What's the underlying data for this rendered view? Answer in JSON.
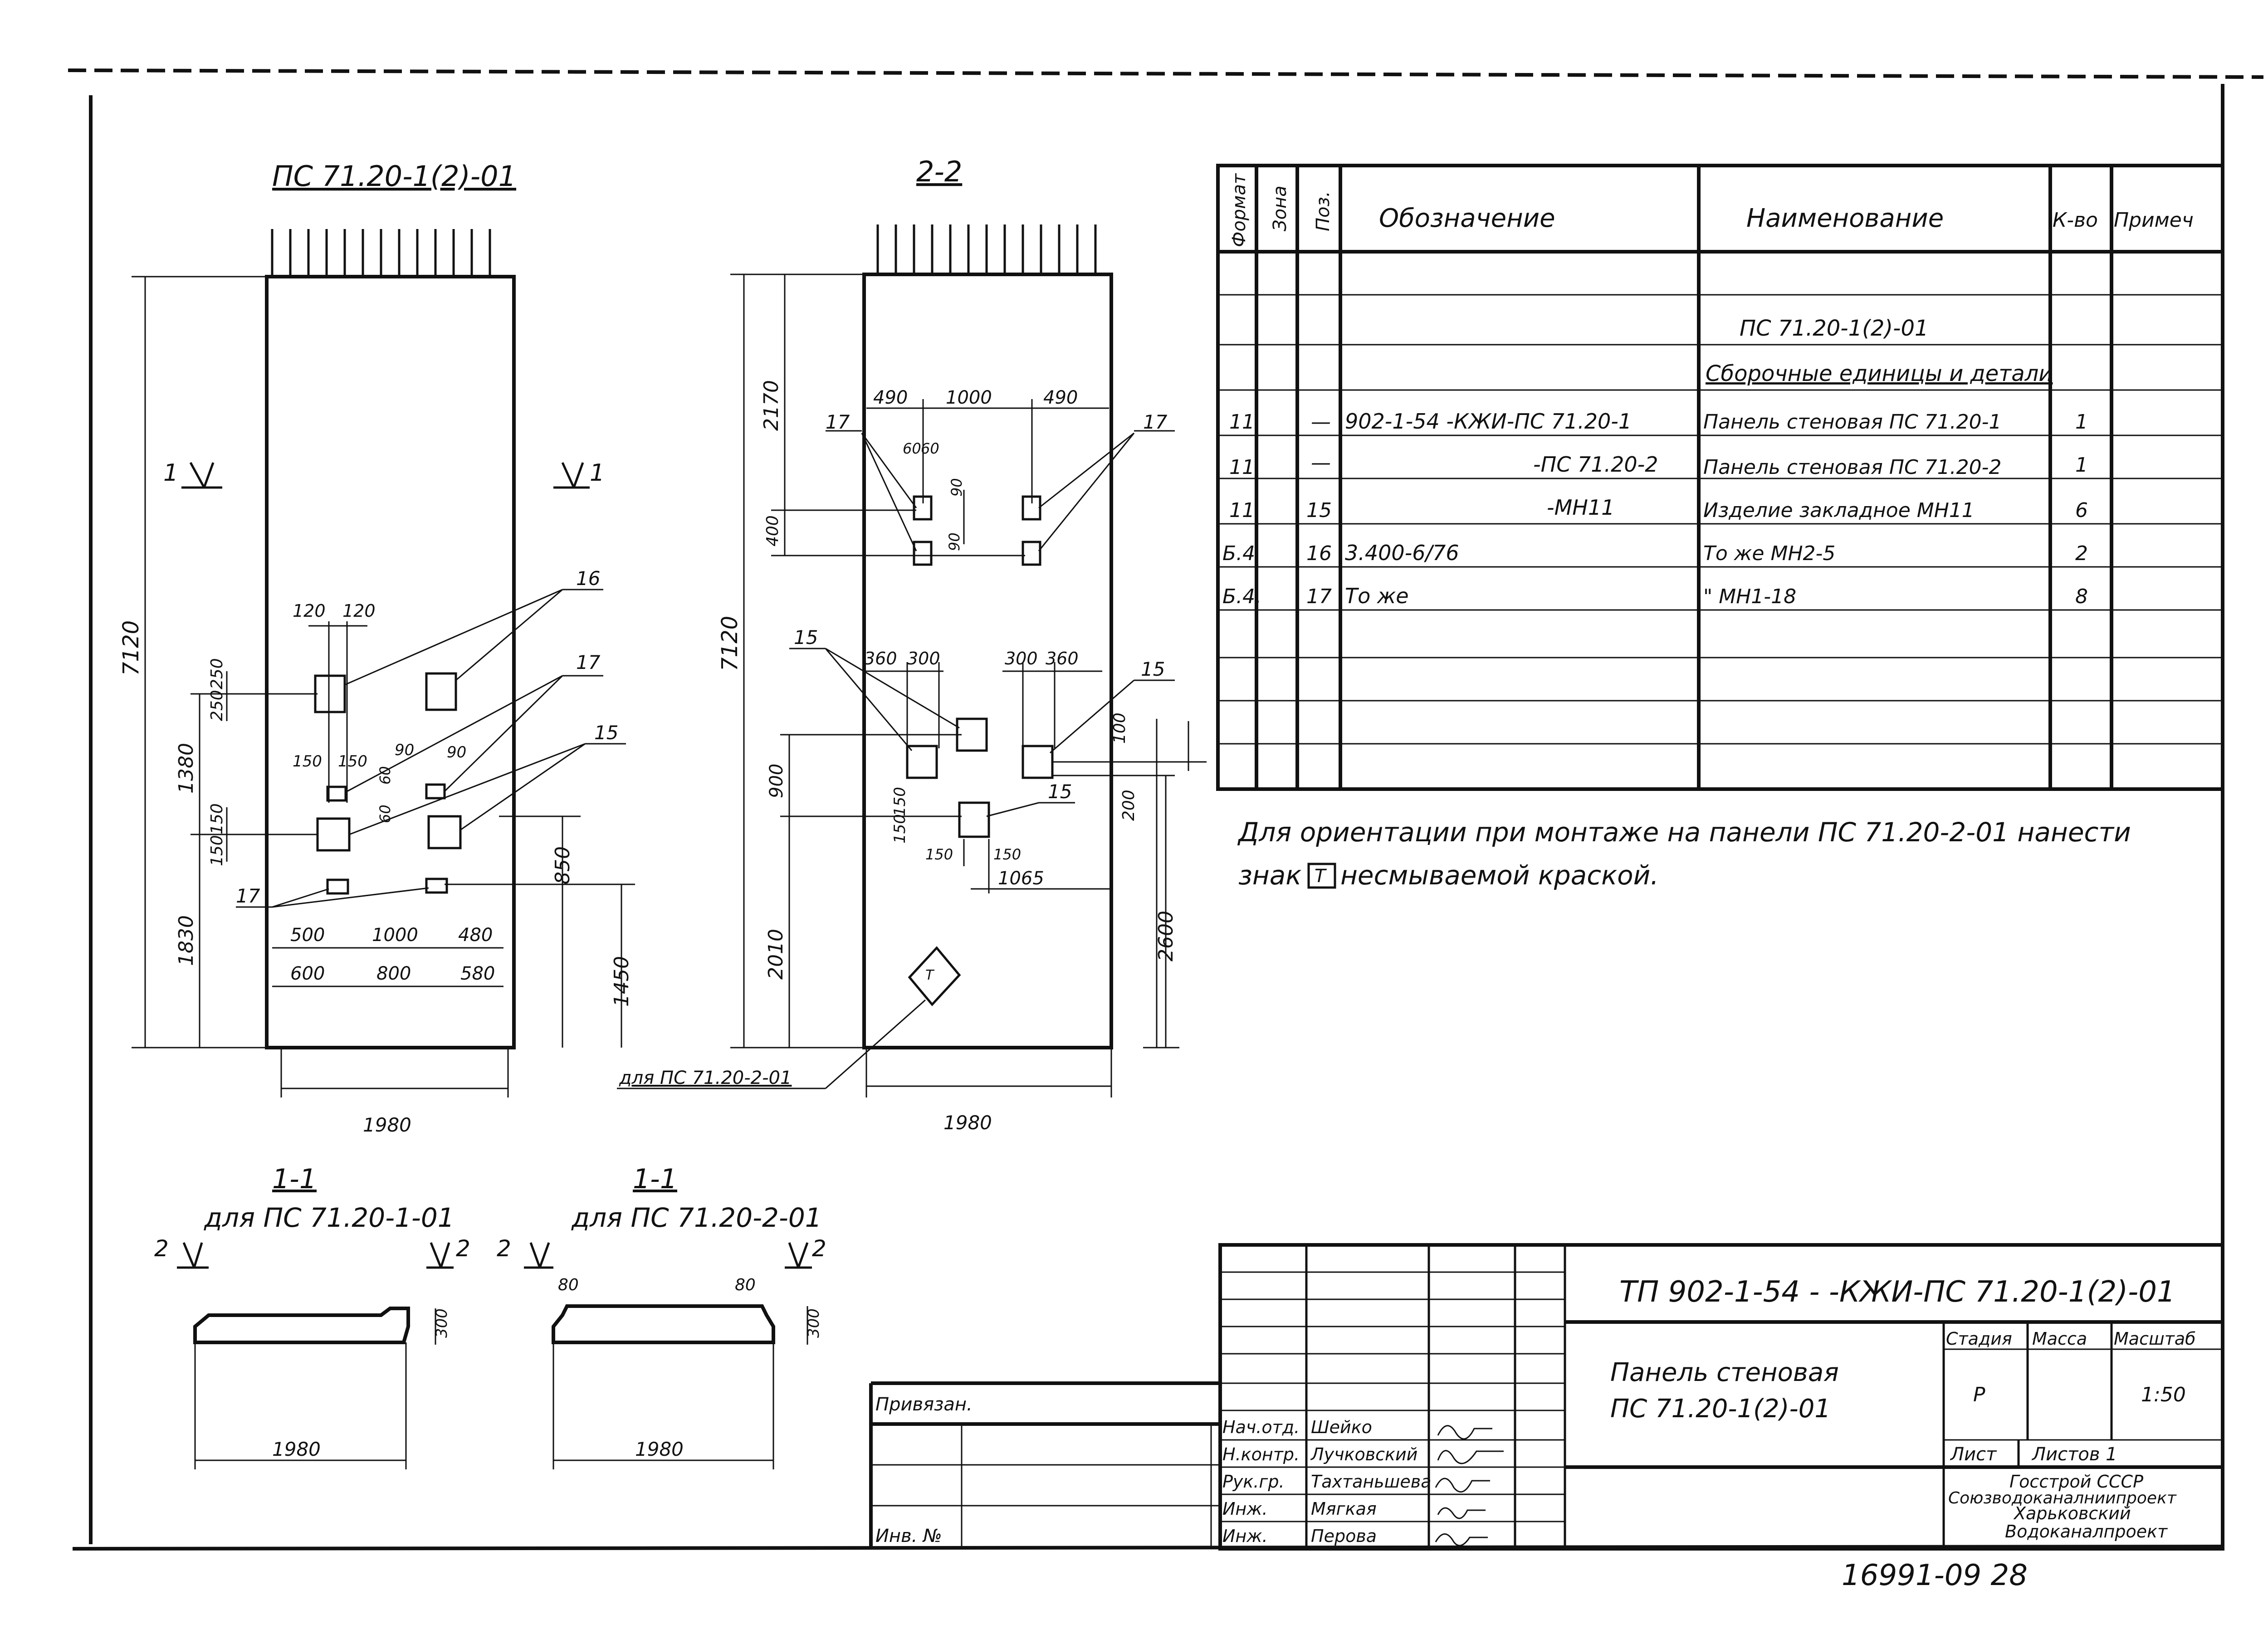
{
  "drawing": {
    "view_main_title": "ПС 71.20-1(2)-01",
    "view_section_title": "2-2",
    "section_1_1_a_title": "1-1",
    "section_1_1_a_subtitle": "для ПС 71.20-1-01",
    "section_1_1_b_title": "1-1",
    "section_1_1_b_subtitle": "для ПС 71.20-2-01",
    "cut_mark_1": "1",
    "cut_mark_2": "2",
    "leader_note_for_2_01": "для ПС 71.20-2-01",
    "t_sign": "Т",
    "orientation_note_line1": "Для ориентации при монтаже на панели ПС 71.20-2-01 нанести",
    "orientation_note_line2_a": "знак",
    "orientation_note_line2_b": "несмываемой краской.",
    "sheet_number": "16991-09  28"
  },
  "dims_main": {
    "height": "7120",
    "d1380": "1380",
    "d1830": "1830",
    "d1450": "1450",
    "d850": "850",
    "d250a": "250",
    "d250b": "250",
    "d120a": "120",
    "d120b": "120",
    "d150a": "150",
    "d150b": "150",
    "d150c": "150",
    "d150d": "150",
    "d90a": "90",
    "d90b": "90",
    "d60a": "60",
    "d60b": "60",
    "d500": "500",
    "d1000": "1000",
    "d480": "480",
    "d600": "600",
    "d800": "800",
    "d580": "580",
    "width": "1980",
    "pos16": "16",
    "pos17a": "17",
    "pos15": "15",
    "pos17b": "17"
  },
  "dims_section": {
    "height": "7120",
    "d2170": "2170",
    "d400": "400",
    "d900": "900",
    "d2010": "2010",
    "d2600": "2600",
    "d200": "200",
    "d100": "100",
    "d490a": "490",
    "d1000": "1000",
    "d490b": "490",
    "d60a": "60",
    "d60b": "60",
    "d90a": "90",
    "d90b": "90",
    "d360a": "360",
    "d300a": "300",
    "d300b": "300",
    "d360b": "360",
    "d150a": "150",
    "d150b": "150",
    "d150c": "150",
    "d1065": "1065",
    "width": "1980",
    "pos17a": "17",
    "pos17b": "17",
    "pos15a": "15",
    "pos15b": "15",
    "pos15c": "15"
  },
  "dims_sections_1_1": {
    "a_height": "300",
    "a_width": "1980",
    "b_height": "300",
    "b_width": "1980",
    "b_80a": "80",
    "b_80b": "80"
  },
  "spec_table": {
    "headers": [
      "Формат",
      "Зона",
      "Поз.",
      "Обозначение",
      "Наименование",
      "К-во",
      "Примеч"
    ],
    "title_row": "ПС 71.20-1(2)-01",
    "subtitle_row": "Сборочные единицы и детали",
    "rows": [
      {
        "format": "11",
        "zone": "",
        "pos": "—",
        "designation": "902-1-54   -КЖИ-ПС 71.20-1",
        "name": "Панель стеновая   ПС 71.20-1",
        "qty": "1",
        "note": ""
      },
      {
        "format": "11",
        "zone": "",
        "pos": "—",
        "designation": "-ПС 71.20-2",
        "name": "Панель стеновая   ПС 71.20-2",
        "qty": "1",
        "note": ""
      },
      {
        "format": "11",
        "zone": "",
        "pos": "15",
        "designation": "-МН11",
        "name": "Изделие закладное МН11",
        "qty": "6",
        "note": ""
      },
      {
        "format": "Б.4",
        "zone": "",
        "pos": "16",
        "designation": "3.400-6/76",
        "name": "То же               МН2-5",
        "qty": "2",
        "note": ""
      },
      {
        "format": "Б.4.",
        "zone": "",
        "pos": "17",
        "designation": "То же",
        "name": "   \"                 МН1-18",
        "qty": "8",
        "note": ""
      }
    ]
  },
  "title_block": {
    "code": "ТП 902-1-54 -    -КЖИ-ПС 71.20-1(2)-01",
    "object_line1": "Панель стеновая",
    "object_line2": "ПС 71.20-1(2)-01",
    "stage_label": "Стадия",
    "mass_label": "Масса",
    "scale_label": "Масштаб",
    "stage_value": "Р",
    "scale_value": "1:50",
    "sheet_label": "Лист",
    "sheets_label": "Листов 1",
    "org_line1": "Госстрой СССР",
    "org_line2": "Союзводоканалниипроект",
    "org_line3": "Харьковский",
    "org_line4": "Водоканалпроект",
    "privyazan": "Привязан.",
    "inv_no": "Инв. №",
    "signers": [
      {
        "role": "Нач.отд.",
        "name": "Шейко"
      },
      {
        "role": "Н.контр.",
        "name": "Лучковский"
      },
      {
        "role": "Рук.гр.",
        "name": "Тахтаньшева"
      },
      {
        "role": "Инж.",
        "name": "Мягкая"
      },
      {
        "role": "Инж.",
        "name": "Перова"
      }
    ]
  },
  "colors": {
    "ink": "#111111",
    "paper": "#ffffff"
  }
}
